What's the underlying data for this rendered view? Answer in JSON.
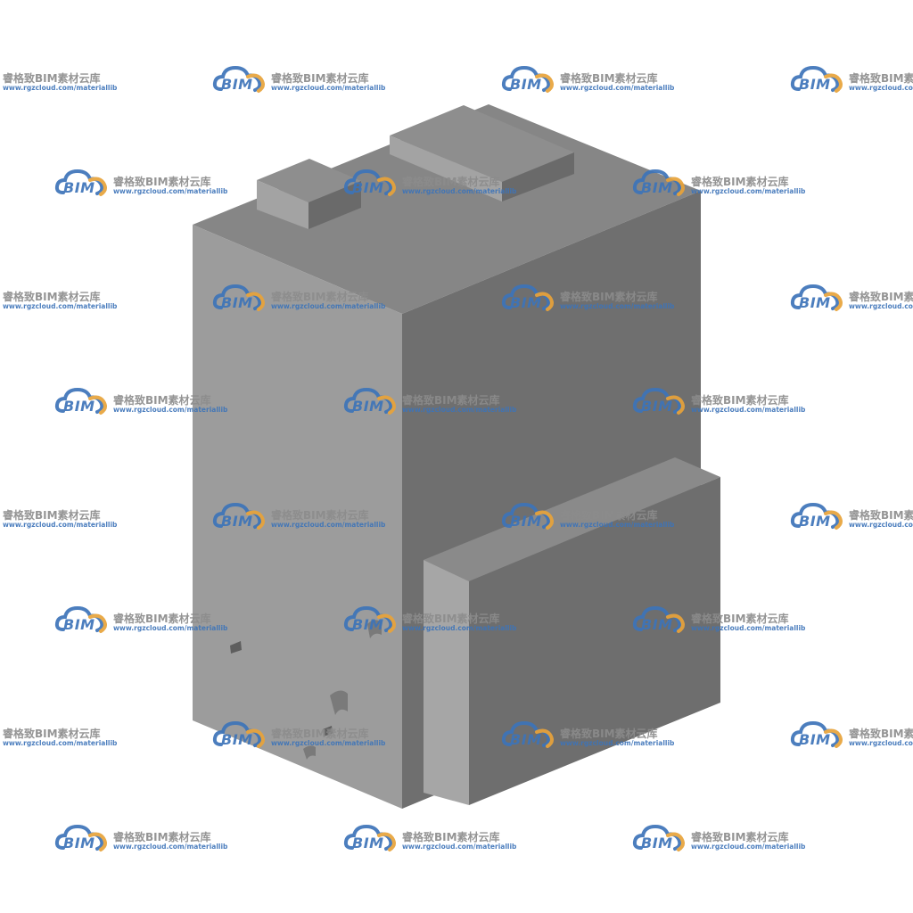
{
  "watermark": {
    "logo_text": "BIM",
    "name": "睿格致BIM素材云库",
    "url": "www.rgzcloud.com/materiallib"
  },
  "colors": {
    "background": "#ffffff",
    "face_left": "#9c9c9c",
    "face_right": "#6f6f6f",
    "face_top": "#868686",
    "logo_blue": "#3d74b9",
    "logo_orange": "#e8a33a"
  },
  "icons": [
    "cloud-logo-icon"
  ]
}
